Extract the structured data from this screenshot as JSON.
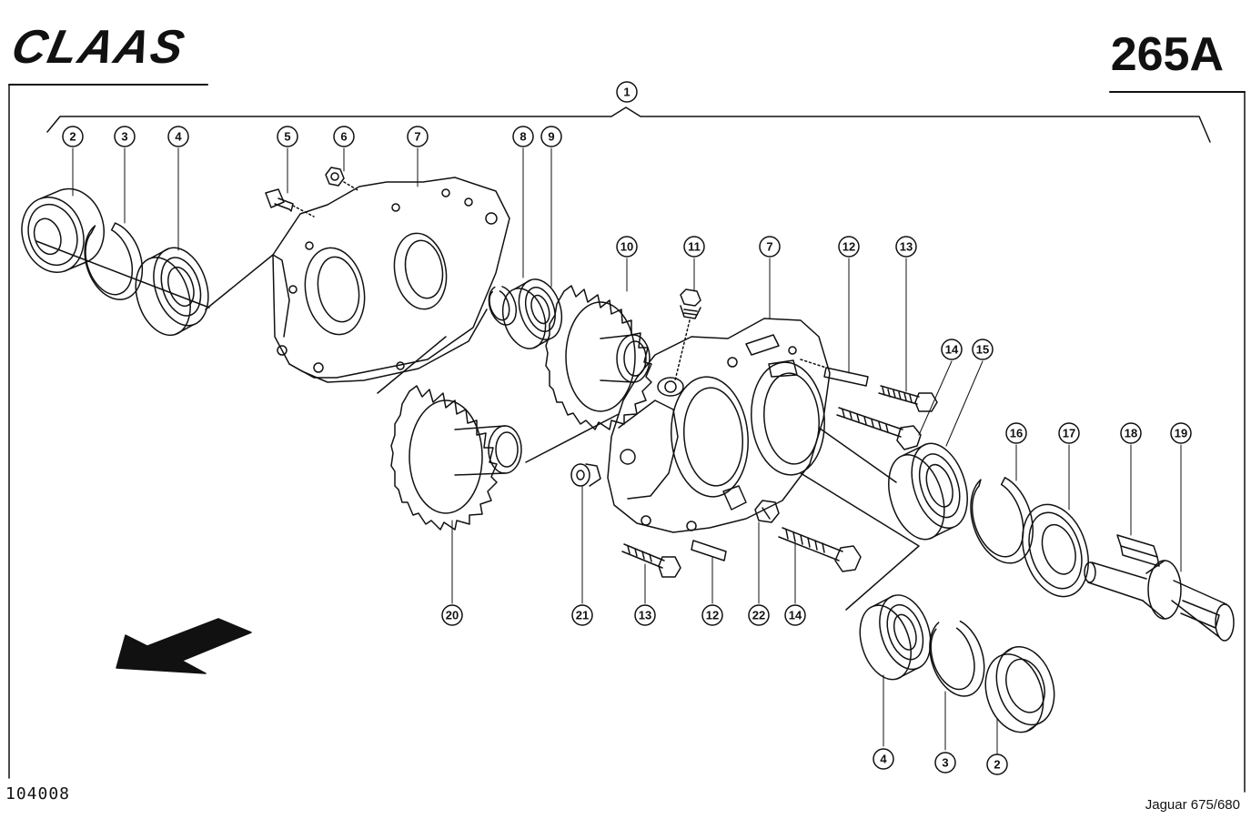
{
  "header": {
    "logo_text": "CLAAS",
    "page_code": "265A"
  },
  "footer": {
    "drawing_number": "104008",
    "model": "Jaguar 675/680"
  },
  "callouts": [
    {
      "label": "1"
    },
    {
      "label": "2"
    },
    {
      "label": "3"
    },
    {
      "label": "4"
    },
    {
      "label": "5"
    },
    {
      "label": "6"
    },
    {
      "label": "7"
    },
    {
      "label": "8"
    },
    {
      "label": "9"
    },
    {
      "label": "10"
    },
    {
      "label": "11"
    },
    {
      "label": "7"
    },
    {
      "label": "12"
    },
    {
      "label": "13"
    },
    {
      "label": "14"
    },
    {
      "label": "15"
    },
    {
      "label": "16"
    },
    {
      "label": "17"
    },
    {
      "label": "18"
    },
    {
      "label": "19"
    },
    {
      "label": "20"
    },
    {
      "label": "21"
    },
    {
      "label": "13"
    },
    {
      "label": "12"
    },
    {
      "label": "22"
    },
    {
      "label": "14"
    },
    {
      "label": "4"
    },
    {
      "label": "3"
    },
    {
      "label": "2"
    }
  ]
}
